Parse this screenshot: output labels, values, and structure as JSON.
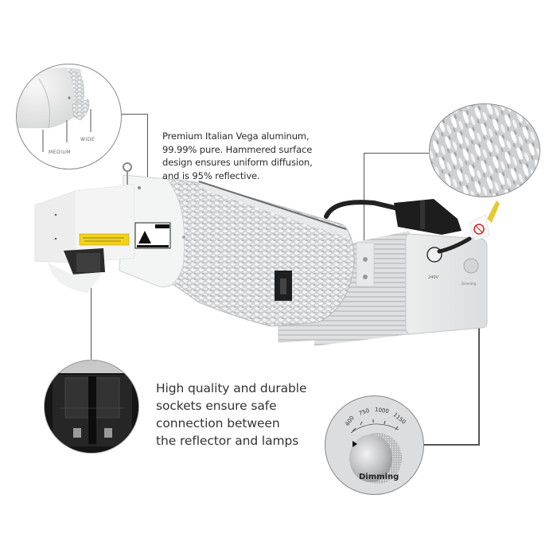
{
  "callouts": {
    "reflector": {
      "lines": [
        "Premium Italian Vega aluminum,",
        "99.99% pure. Hammered surface",
        "design ensures uniform diffusion,",
        "and is 95% reflective."
      ]
    },
    "sockets": {
      "lines": [
        "High quality and durable",
        "sockets ensure safe",
        "connection between",
        "the reflector and lamps"
      ]
    }
  },
  "detail_circles": {
    "reflector_modes": {
      "labels": [
        "MEDIUM",
        "WIDE"
      ]
    },
    "hammered_texture": {},
    "socket_closeup": {},
    "dimming_knob": {
      "scale": [
        "600",
        "750",
        "1000",
        "1150"
      ],
      "label": "Dimming"
    }
  },
  "product": {
    "ballast_label": "240V",
    "dial_label": "Dimming"
  },
  "colors": {
    "line": "#555555",
    "text": "#2a2a2a",
    "label_yellow": "#f2d31b",
    "aluminum": "#d9dadb"
  }
}
